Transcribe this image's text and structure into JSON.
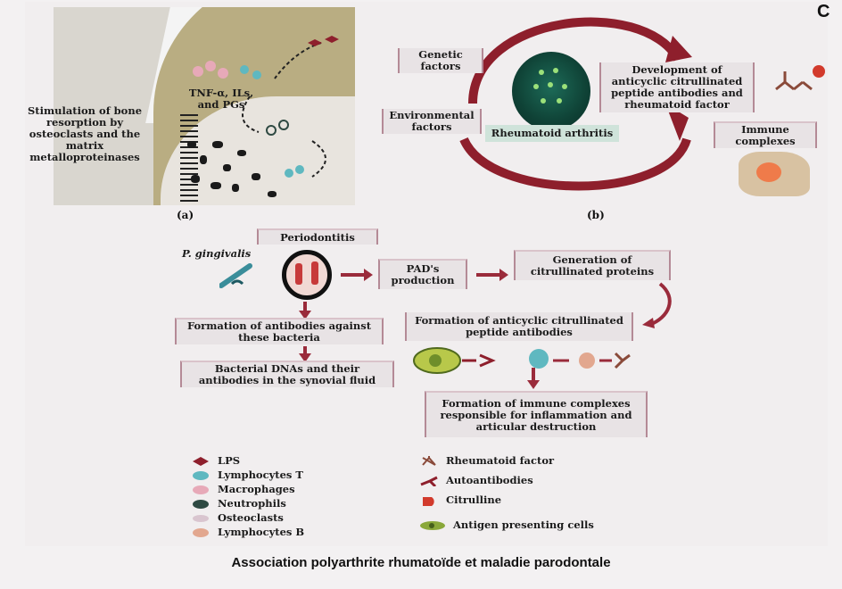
{
  "corner_letter": "C",
  "panel_a": {
    "label_cytokines": "TNF-α, ILs, and PGs",
    "label_resorption": "Stimulation of bone resorption by osteoclasts and the matrix metalloproteinases",
    "caption": "(a)"
  },
  "panel_b": {
    "genetic": "Genetic factors",
    "environmental": "Environmental factors",
    "ra": "Rheumatoid arthritis",
    "development": "Development of anticyclic citrullinated peptide antibodies and rheumatoid factor",
    "immune_complexes": "Immune complexes",
    "caption": "(b)"
  },
  "flow": {
    "periodontitis": "Periodontitis",
    "p_gingivalis": "P. gingivalis",
    "pad": "PAD's production",
    "citrullinated": "Generation of citrullinated proteins",
    "antibodies_bacteria": "Formation of antibodies against these bacteria",
    "bacterial_dna": "Bacterial DNAs and their antibodies in the synovial fluid",
    "anti_ccp": "Formation of anticyclic citrullinated peptide antibodies",
    "immune_formation": "Formation of immune complexes responsible for inflammation and articular destruction"
  },
  "legend_left": [
    {
      "label": "LPS",
      "icon": "lps-icon",
      "color": "#8e1f2c"
    },
    {
      "label": "Lymphocytes T",
      "icon": "lymphocyte-t-icon",
      "color": "#5fb8c0"
    },
    {
      "label": "Macrophages",
      "icon": "macrophage-icon",
      "color": "#e7a9b8"
    },
    {
      "label": "Neutrophils",
      "icon": "neutrophil-icon",
      "color": "#2f4a43"
    },
    {
      "label": "Osteoclasts",
      "icon": "osteoclast-icon",
      "color": "#d9c5cf"
    },
    {
      "label": "Lymphocytes B",
      "icon": "lymphocyte-b-icon",
      "color": "#e2a78f"
    }
  ],
  "legend_right": [
    {
      "label": "Rheumatoid factor",
      "icon": "rheumatoid-factor-icon",
      "color": "#8a4a3a"
    },
    {
      "label": "Autoantibodies",
      "icon": "autoantibody-icon",
      "color": "#8e1f2c"
    },
    {
      "label": "Citrulline",
      "icon": "citrulline-icon",
      "color": "#d23a2c"
    },
    {
      "label": "Antigen presenting cells",
      "icon": "apc-icon",
      "color": "#8aa83a"
    }
  ],
  "caption": "Association polyarthrite rhumatoïde et maladie parodontale"
}
